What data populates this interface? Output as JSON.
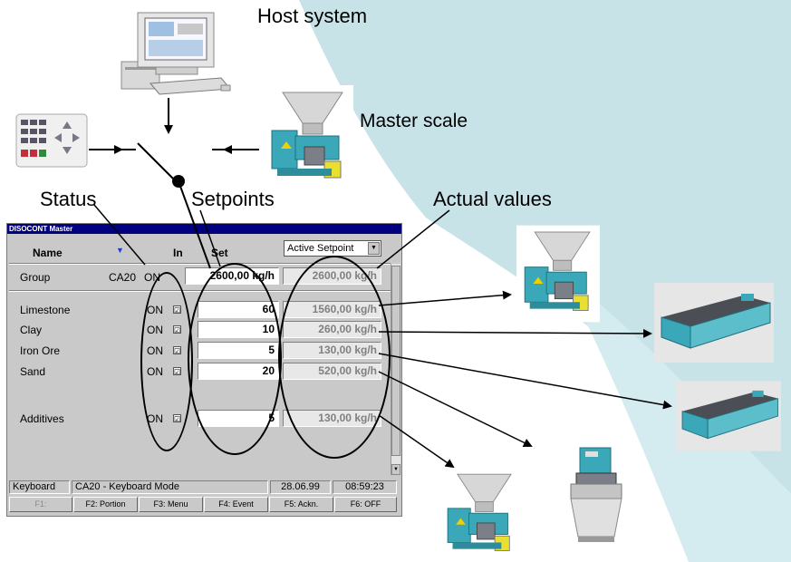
{
  "labels": {
    "host_system": "Host system",
    "master_scale": "Master scale",
    "status": "Status",
    "setpoints": "Setpoints",
    "actual_values": "Actual values"
  },
  "window": {
    "title": "DISOCONT Master",
    "headers": {
      "name": "Name",
      "in": "In",
      "set": "Set"
    },
    "dropdown": {
      "selected": "Active Setpoint"
    },
    "group": {
      "label": "Group",
      "id": "CA20",
      "status": "ON",
      "set": "2600,00 kg/h",
      "actual": "2600,00 kg/h"
    },
    "rows": [
      {
        "name": "Limestone",
        "status": "ON",
        "checked": "☑",
        "set": "60",
        "actual": "1560,00 kg/h"
      },
      {
        "name": "Clay",
        "status": "ON",
        "checked": "☑",
        "set": "10",
        "actual": "260,00 kg/h"
      },
      {
        "name": "Iron Ore",
        "status": "ON",
        "checked": "☑",
        "set": "5",
        "actual": "130,00 kg/h"
      },
      {
        "name": "Sand",
        "status": "ON",
        "checked": "☑",
        "set": "20",
        "actual": "520,00 kg/h"
      },
      {
        "name": "Additives",
        "status": "ON",
        "checked": "☑",
        "set": "5",
        "actual": "130,00 kg/h"
      }
    ],
    "statusbar": {
      "mode": "Keyboard",
      "message": "CA20 - Keyboard Mode",
      "date": "28.06.99",
      "time": "08:59:23"
    },
    "fkeys": [
      "F1:",
      "F2: Portion",
      "F3: Menu",
      "F4: Event",
      "F5: Ackn.",
      "F6: OFF"
    ]
  },
  "colors": {
    "background_stripe": "#c8e3e8",
    "title_bar": "#000080",
    "window_face": "#c9c9c9",
    "equipment_body": "#3aa8b8"
  },
  "icons": [
    "computer-icon",
    "keypad-icon",
    "feeder-icon",
    "conveyor-icon",
    "hopper-icon"
  ]
}
